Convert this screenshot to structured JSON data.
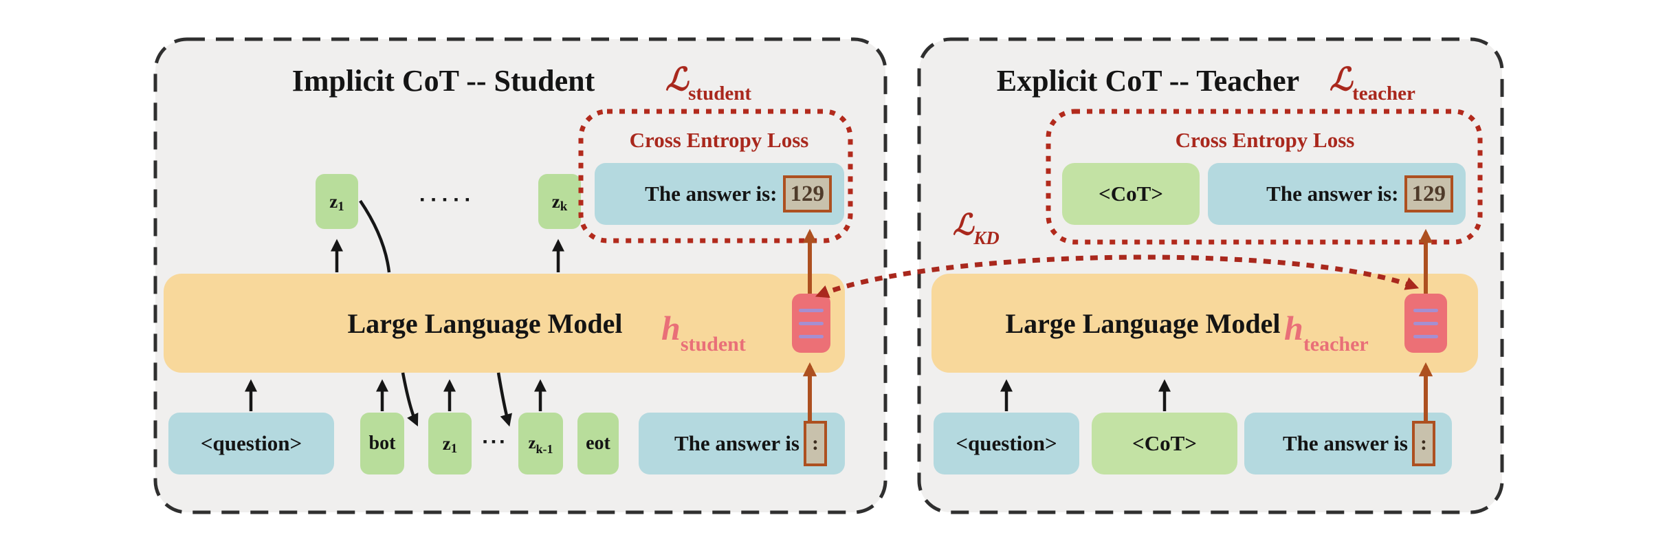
{
  "panels": {
    "student": {
      "title": "Implicit CoT -- Student",
      "loss": {
        "symbol": "ℒ",
        "subscript": "student"
      },
      "cross_entropy": {
        "title": "Cross Entropy Loss",
        "prediction_text": "The answer is:",
        "prediction_value": "129"
      },
      "latent_outputs": {
        "z1": {
          "main": "z",
          "sub": "1"
        },
        "dots": "▪▪▪▪▪",
        "zk": {
          "main": "z",
          "sub": "k"
        }
      },
      "llm_label": "Large Language Model",
      "hidden_state": {
        "symbol": "h",
        "subscript": "student"
      },
      "inputs": {
        "question": "<question>",
        "bot": "bot",
        "z1": {
          "main": "z",
          "sub": "1"
        },
        "dots": "▪▪▪",
        "zk1": {
          "main": "z",
          "sub": "k-1"
        },
        "eot": "eot",
        "answer_text": "The answer is",
        "answer_colon": ":"
      }
    },
    "teacher": {
      "title": "Explicit CoT -- Teacher",
      "loss": {
        "symbol": "ℒ",
        "subscript": "teacher"
      },
      "cross_entropy": {
        "title": "Cross Entropy Loss",
        "cot": "<CoT>",
        "prediction_text": "The answer is:",
        "prediction_value": "129"
      },
      "llm_label": "Large Language Model",
      "hidden_state": {
        "symbol": "h",
        "subscript": "teacher"
      },
      "inputs": {
        "question": "<question>",
        "cot": "<CoT>",
        "answer_text": "The answer is",
        "answer_colon": ":"
      }
    },
    "kd_loss": {
      "symbol": "ℒ",
      "subscript": "KD"
    }
  },
  "colors": {
    "panel_bg": "#f0efee",
    "panel_border": "#2f2f2f",
    "token_blue": "#b4d9df",
    "token_green": "#b8dd9b",
    "cot_green": "#c3e2a4",
    "llm_orange": "#f8d89b",
    "hidden_state_red": "#ec7076",
    "hidden_state_line_purple": "#a58fd1",
    "loss_red": "#a9281d",
    "ce_dotted_red": "#b22a1c",
    "arrow_brown": "#ad5020",
    "answer_value_tan": "#c8c1ac",
    "answer_value_text": "#4f3b2a",
    "arrow_black": "#161616"
  }
}
